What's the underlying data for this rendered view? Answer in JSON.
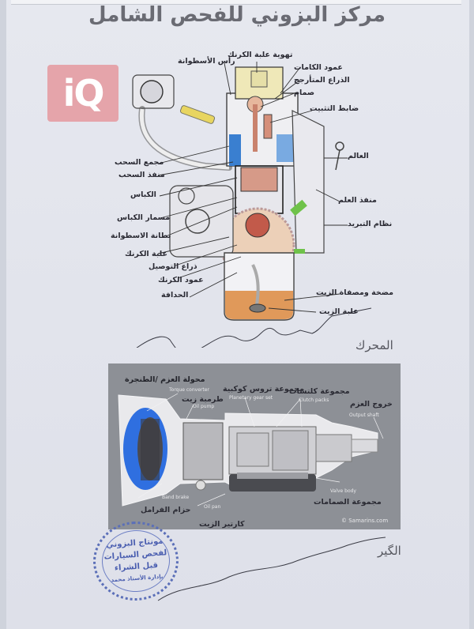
{
  "document": {
    "title": "مركز البزوني للفحص الشامل",
    "logo": {
      "text": "iQ",
      "color": "#e5a4aa"
    }
  },
  "engine_diagram": {
    "section_label": "المحرك",
    "labels": {
      "cylinder_head": "رأس الأسطوانة",
      "crankcase_ventilation": "تهوية علبة الكرنك",
      "camshaft": "عمود الكامات",
      "rocker_arm": "الذراع المتأرجح",
      "valve": "صمام",
      "throttle_regulator": "ضابط التثبيت",
      "intake_manifold": "مجمع السحب",
      "intake_port": "منفذ السحب",
      "dipstick": "العالم",
      "dipstick_tube": "منفذ العلم",
      "piston": "الكباس",
      "piston_pin": "مسمار الكباس",
      "cylinder_liner": "بطانة الاسطوانة",
      "cooling_system": "نظام التبريد",
      "crankcase": "علبة الكرنك",
      "connecting_rod": "ذراع التوصيل",
      "crankshaft": "عمود الكرنك",
      "flywheel": "الحدافة",
      "oil_pump_strainer": "مضخة ومصفاة الزيت",
      "oil_pan": "علبة الزيت"
    },
    "colors": {
      "oil": "#e0995a",
      "coolant": "#3a7fd0",
      "piston": "#c25a4a",
      "sensor": "#6fc24a"
    }
  },
  "transmission_diagram": {
    "section_label": "الگير",
    "copyright": "© Samarins.com",
    "labels": {
      "torque_converter_ar": "محولة العزم /الطنجرة",
      "torque_converter_en": "Torque converter",
      "oil_pump_ar": "طرمبة زيت",
      "oil_pump_en": "Oil pump",
      "planetary_gear_ar": "مجموعة تروس كوكبية",
      "planetary_gear_en": "Planetary gear set",
      "clutch_packs_ar": "مجموعة كلتشات",
      "clutch_packs_en": "Clutch packs",
      "output_shaft_ar": "خروج العزم",
      "output_shaft_en": "Output shaft",
      "band_brake_ar": "حزام الفرامل",
      "band_brake_en": "Band brake",
      "oil_pan_ar": "كارتير الزيت",
      "oil_pan_en": "Oil pan",
      "valve_body_ar": "مجموعة الصمامات",
      "valve_body_en": "Valve body"
    },
    "colors": {
      "torque_converter": "#2f6fe0",
      "background": "#8d9096"
    }
  },
  "stamp": {
    "line1": "مونتاج البزوني",
    "line2": "لفحص السيارات",
    "line3": "قبل الشراء",
    "line4": "بإدارة الأستاذ محمد",
    "color": "#4a5eb0"
  }
}
